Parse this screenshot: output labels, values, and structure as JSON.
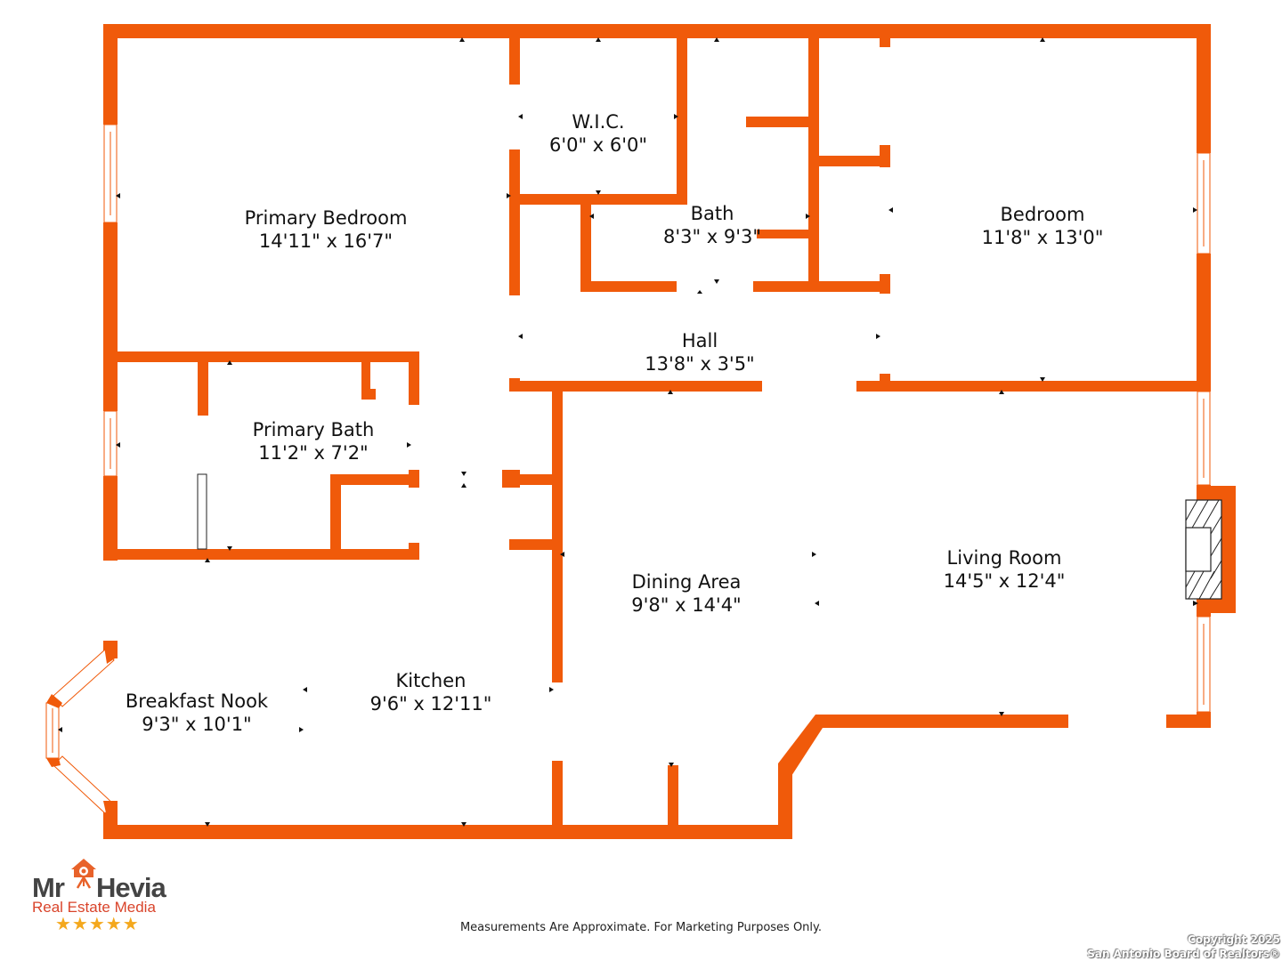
{
  "colors": {
    "wall": "#f05a0a",
    "window_line": "#f05a0a",
    "text": "#111111",
    "logo_accent": "#d9442b",
    "star": "#f4a81d"
  },
  "rooms": {
    "primary_bedroom": {
      "name": "Primary Bedroom",
      "dims": "14'11\" x 16'7\""
    },
    "wic": {
      "name": "W.I.C.",
      "dims": "6'0\" x 6'0\""
    },
    "bath": {
      "name": "Bath",
      "dims": "8'3\" x 9'3\""
    },
    "bedroom": {
      "name": "Bedroom",
      "dims": "11'8\" x 13'0\""
    },
    "hall": {
      "name": "Hall",
      "dims": "13'8\" x 3'5\""
    },
    "primary_bath": {
      "name": "Primary Bath",
      "dims": "11'2\" x 7'2\""
    },
    "dining_area": {
      "name": "Dining Area",
      "dims": "9'8\" x 14'4\""
    },
    "living_room": {
      "name": "Living Room",
      "dims": "14'5\" x 12'4\""
    },
    "breakfast_nook": {
      "name": "Breakfast Nook",
      "dims": "9'3\" x 10'1\""
    },
    "kitchen": {
      "name": "Kitchen",
      "dims": "9'6\" x 12'11\""
    }
  },
  "logo": {
    "brand_left": "Mr",
    "brand_right": "Hevia",
    "subtitle": "Real Estate Media",
    "stars": "★★★★★",
    "rating": 5
  },
  "footer": {
    "disclaimer": "Measurements Are Approximate. For Marketing Purposes Only.",
    "copyright_line1": "Copyright 2025",
    "copyright_line2": "San Antonio Board of Realtors®"
  }
}
